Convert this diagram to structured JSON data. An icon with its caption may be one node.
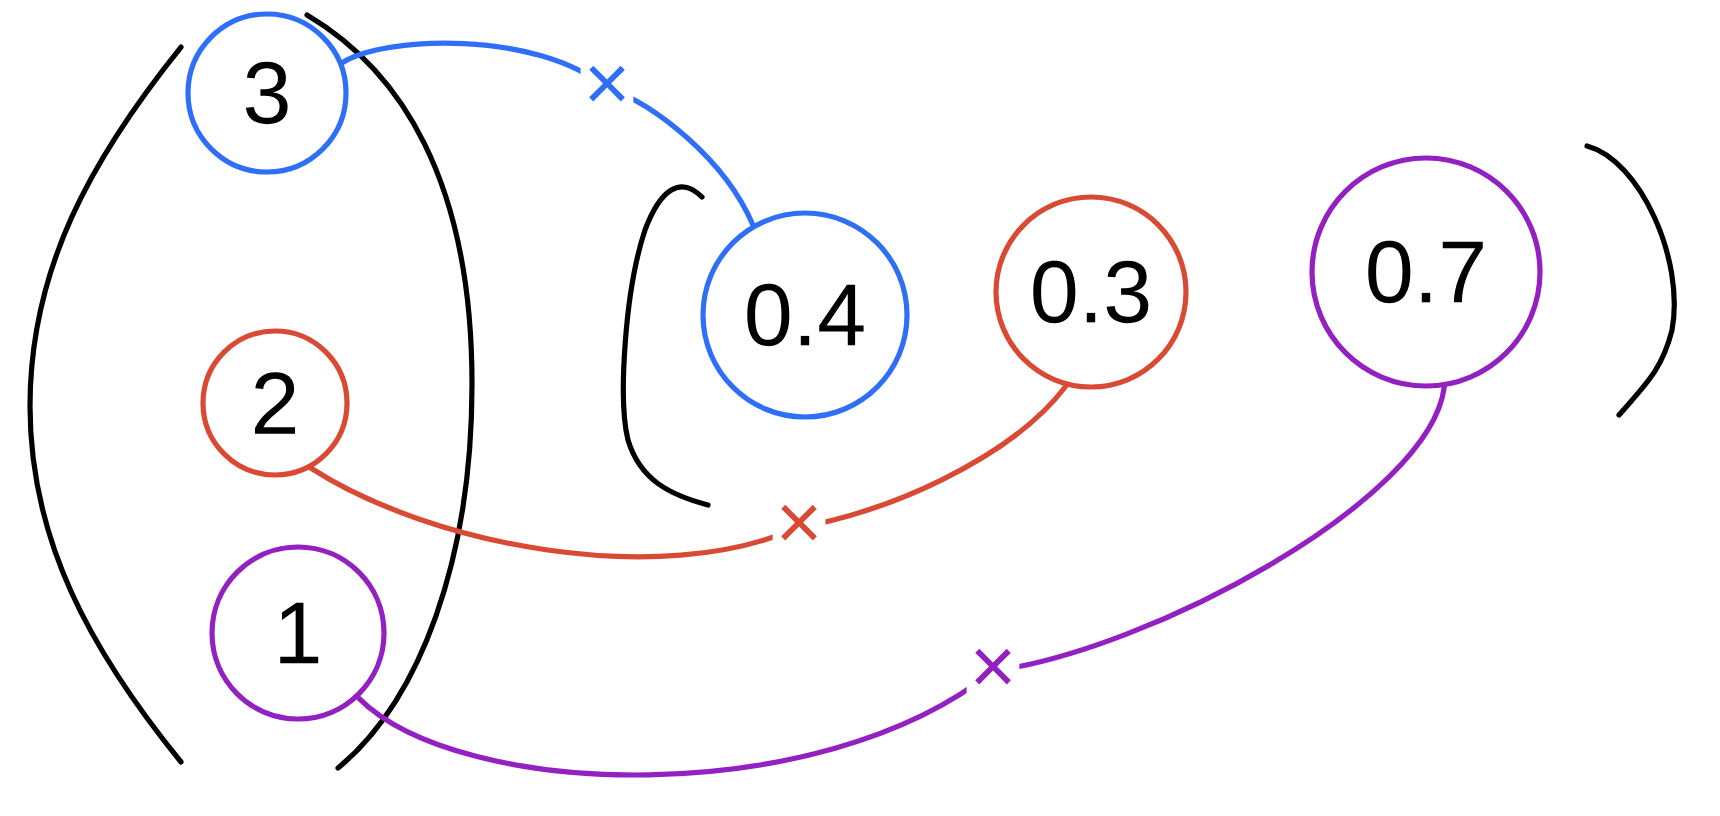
{
  "diagram": {
    "nodes": [
      {
        "text": [
          "3"
        ]
      },
      {
        "text": [
          "2"
        ]
      },
      {
        "text": [
          "1"
        ]
      },
      {
        "text": [
          "0.4"
        ]
      },
      {
        "text": [
          "0.3"
        ]
      },
      {
        "text": [
          "0.7"
        ]
      }
    ],
    "edges": [
      {
        "from": 0,
        "to": 3,
        "arrow": "none",
        "label": "×",
        "color": "#2f6ff5"
      },
      {
        "from": 1,
        "to": 4,
        "arrow": "none",
        "label": "×",
        "color": "#d94a35"
      },
      {
        "from": 2,
        "to": 5,
        "arrow": "none",
        "label": "×",
        "color": "#9320c0"
      }
    ]
  }
}
